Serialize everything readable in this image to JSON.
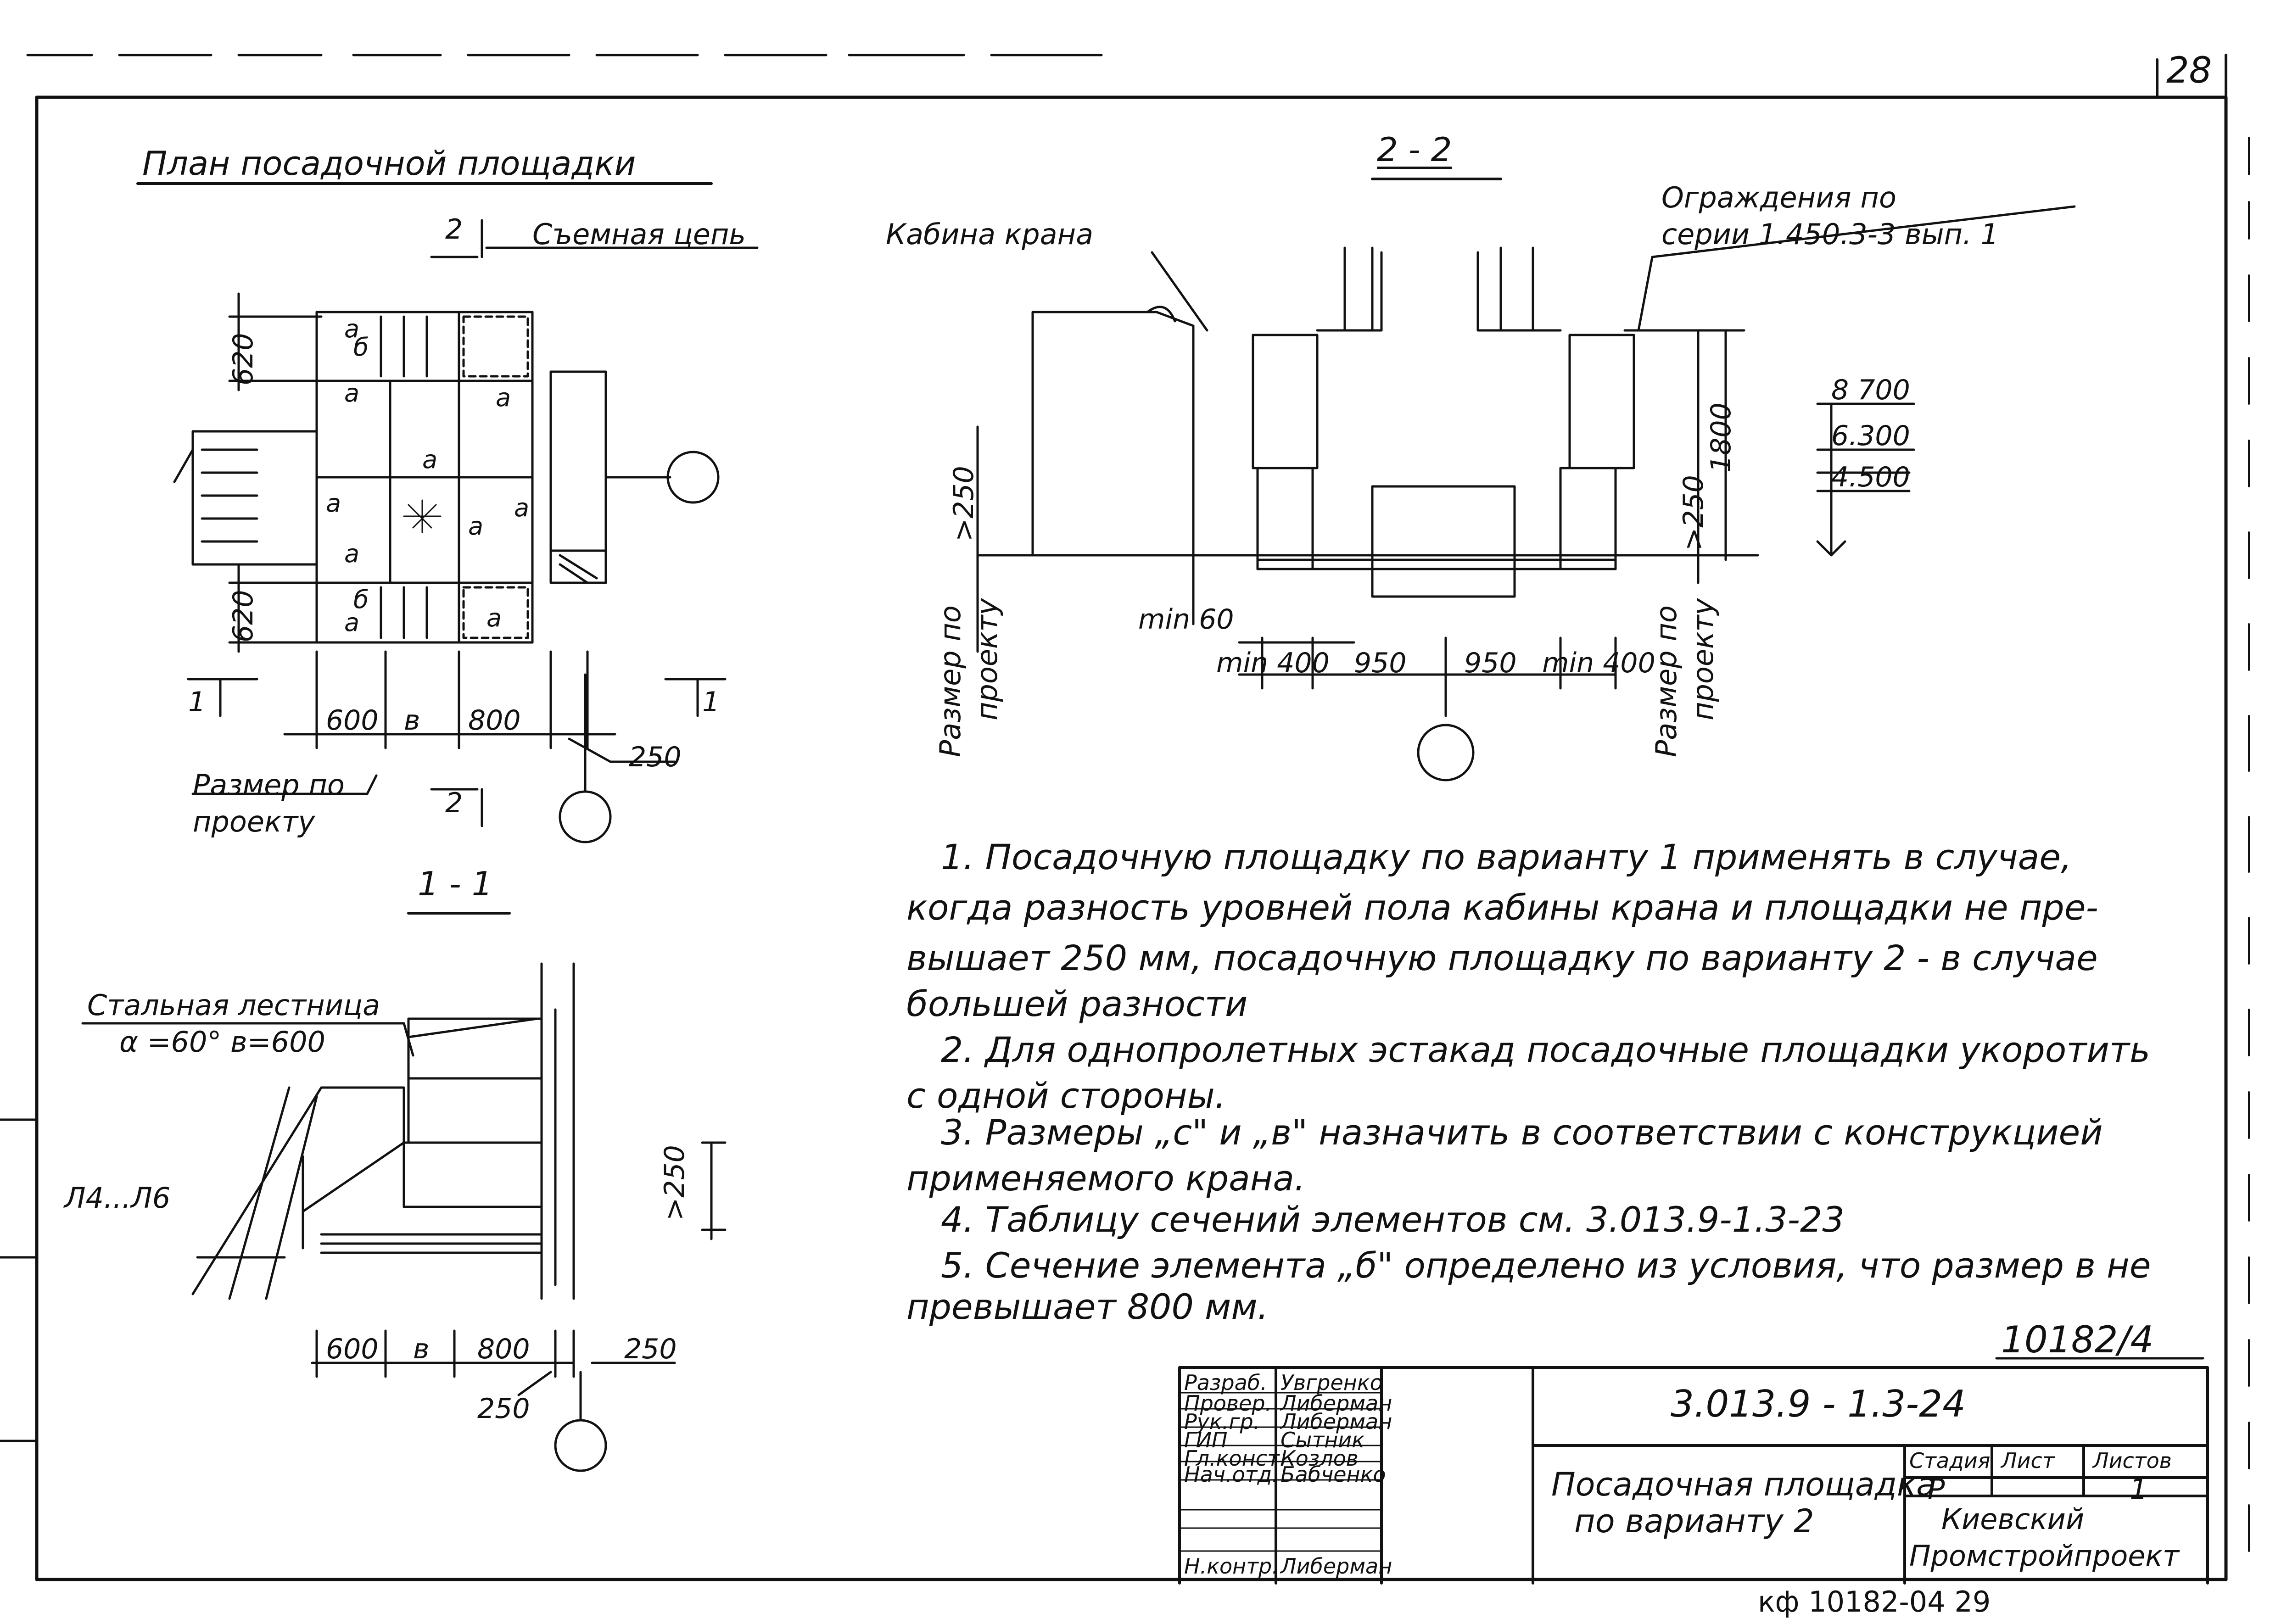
{
  "sheet": {
    "page_number": "28",
    "archive_number": "10182/4",
    "footer_code": "кф 10182-04   29"
  },
  "plan": {
    "title": "План посадочной площадки",
    "chain_label": "Съемная цепь",
    "section_mark_2": "2",
    "section_mark_1": "1",
    "element_a": "а",
    "element_b": "б",
    "dim_620": "620",
    "dim_600": "600",
    "dim_v": "в",
    "dim_800": "800",
    "dim_250": "250",
    "project_size_line1": "Размер по",
    "project_size_line2": "проекту"
  },
  "section22": {
    "title": "2 - 2",
    "cabin_label": "Кабина крана",
    "fence_line1": "Ограждения по",
    "fence_line2": "серии  1.450.3-3 вып. 1",
    "level_top": "8 700",
    "level_mid": "6.300",
    "level_bot": "4.500",
    "dim_1800": "1800",
    "dim_gt250": ">250",
    "dim_min60": "min 60",
    "dim_min400": "min 400",
    "dim_950": "950",
    "project_size_line1": "Размер по",
    "project_size_line2": "проекту"
  },
  "section11": {
    "title": "1 - 1",
    "ladder_line1": "Стальная лестница",
    "ladder_line2": "α =60°  в=600",
    "marks": "Л4...Л6",
    "dim_gt250": ">250",
    "dim_600": "600",
    "dim_v": "в",
    "dim_800": "800",
    "dim_250": "250"
  },
  "notes": [
    "1. Посадочную площадку по варианту 1 применять в случае,",
    "когда разность уровней пола кабины крана и площадки не пре-",
    "вышает 250 мм, посадочную площадку по варианту 2 - в случае",
    "большей разности",
    "2. Для однопролетных эстакад посадочные площадки укоротить",
    "с одной стороны.",
    "3. Размеры „с\" и „в\" назначить в соответствии с конструкцией",
    "применяемого крана.",
    "4. Таблицу сечений элементов  см. 3.013.9-1.3-23",
    "5. Сечение элемента „б\" определено из условия, что размер в не",
    "превышает  800 мм."
  ],
  "title_block": {
    "doc_code": "3.013.9 - 1.3-24",
    "title_line1": "Посадочная площадка",
    "title_line2": "по варианту 2",
    "stadia_header": "Стадия",
    "list_header": "Лист",
    "listov_header": "Листов",
    "stadia_value": "Р",
    "list_value": "",
    "listov_value": "1",
    "org_line1": "Киевский",
    "org_line2": "Промстройпроект",
    "signatures": [
      {
        "role": "Разраб.",
        "name": "Увгренко"
      },
      {
        "role": "Провер.",
        "name": "Либерман"
      },
      {
        "role": "Рук.гр.",
        "name": "Либерман"
      },
      {
        "role": "ГИП",
        "name": "Сытник"
      },
      {
        "role": "Гл.конст.",
        "name": "Козлов"
      },
      {
        "role": "Нач.отд.",
        "name": "Бабченко"
      },
      {
        "role": "Н.контр.",
        "name": "Либерман"
      }
    ]
  }
}
